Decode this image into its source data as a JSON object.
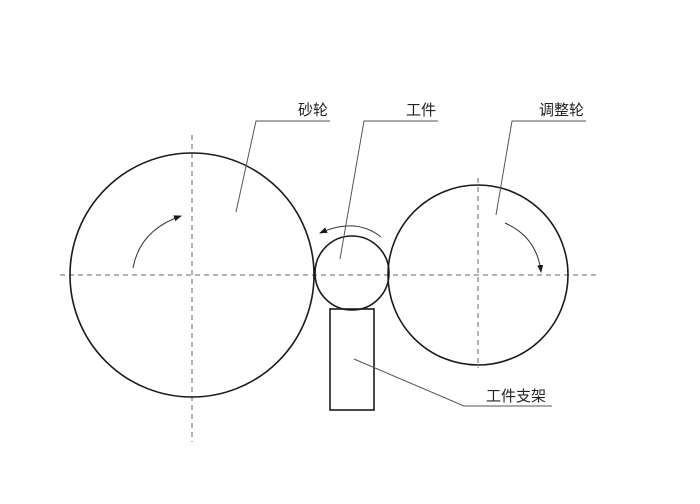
{
  "diagram": {
    "type": "centerless-grinding-schematic",
    "labels": {
      "grinding_wheel": "砂轮",
      "workpiece": "工件",
      "regulating_wheel": "调整轮",
      "workpiece_support": "工件支架"
    },
    "colors": {
      "stroke": "#1a1a1a",
      "leader": "#555555",
      "centerline": "#666666",
      "background": "#ffffff"
    }
  }
}
